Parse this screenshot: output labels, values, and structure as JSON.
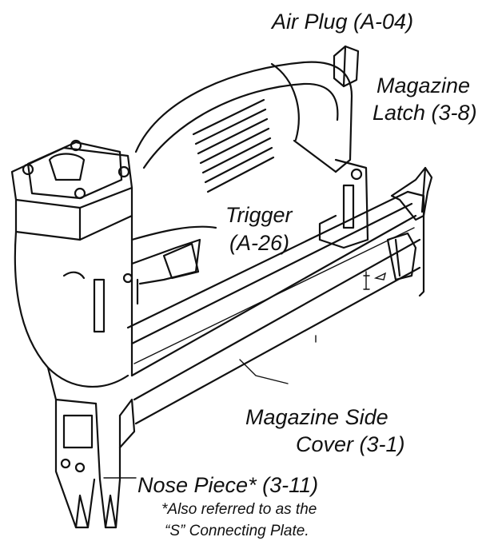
{
  "labels": {
    "air_plug": "Air Plug (A-04)",
    "magazine_latch_1": "Magazine",
    "magazine_latch_2": "Latch (3-8)",
    "trigger_1": "Trigger",
    "trigger_2": "(A-26)",
    "magazine_cover_1": "Magazine Side",
    "magazine_cover_2": "Cover (3-1)",
    "nose_piece": "Nose Piece* (3-11)",
    "footnote_1": "*Also referred to as the",
    "footnote_2": "“S” Connecting Plate."
  },
  "colors": {
    "ink": "#111111",
    "background": "#ffffff"
  }
}
